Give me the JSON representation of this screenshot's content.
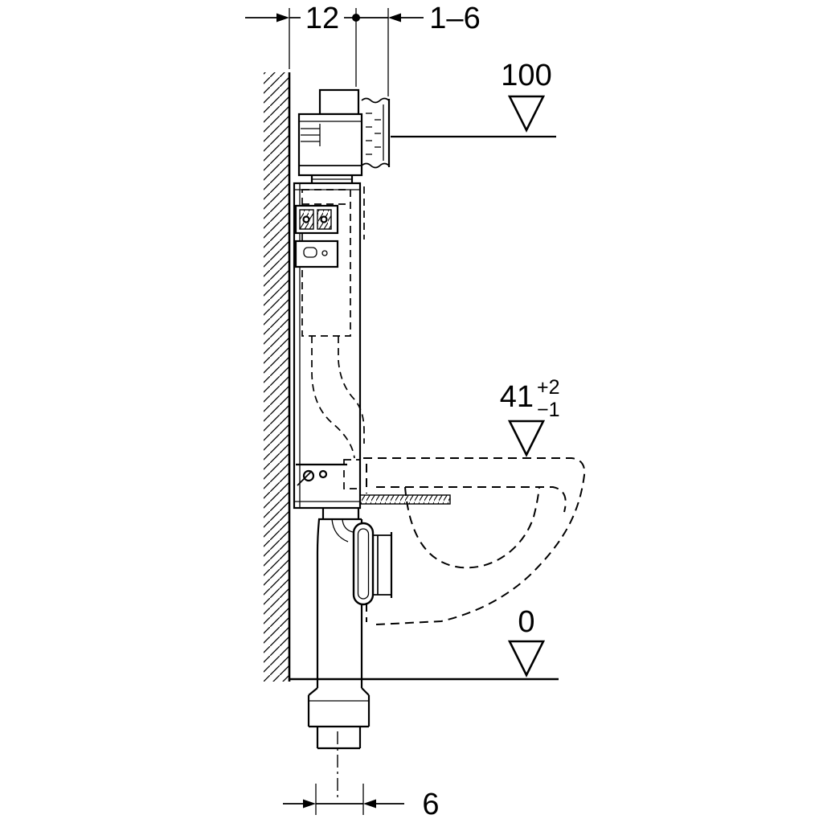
{
  "figure": {
    "type": "technical-installation-diagram",
    "subject": "Wall-hung WC concealed cistern element, side section with installation dimensions",
    "background_color": "#ffffff",
    "line_color": "#000000"
  },
  "labels": {
    "dim_frame_depth": "12",
    "dim_wall_finish": "1–6",
    "level_top": "100",
    "level_bowl": "41",
    "level_bowl_tol_plus": "+2",
    "level_bowl_tol_minus": "−1",
    "level_floor": "0",
    "dim_drain_offset": "6"
  }
}
